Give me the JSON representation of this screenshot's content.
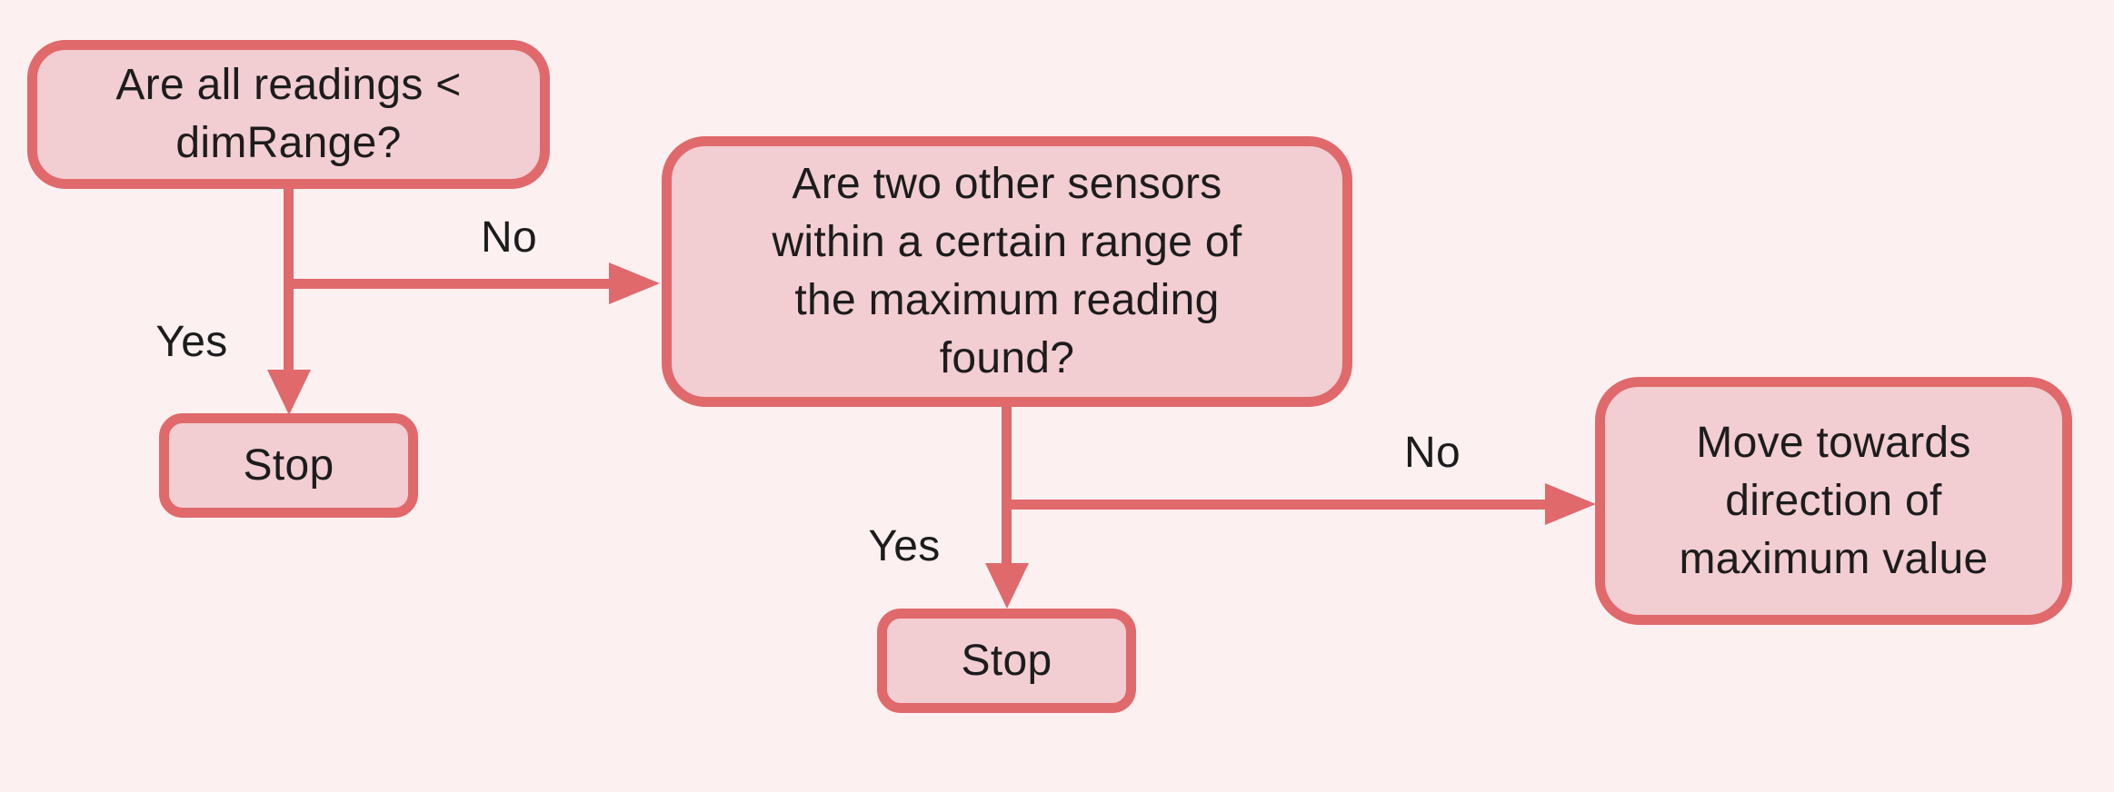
{
  "colors": {
    "background": "#fdf0f1",
    "node_fill": "#f2cdd1",
    "stroke": "#e0696c",
    "text": "#1c1c1c"
  },
  "nodes": {
    "q1": {
      "label": "Are all readings < dimRange?",
      "lines": [
        "Are all readings <",
        "dimRange?"
      ]
    },
    "stop1": {
      "label": "Stop"
    },
    "q2": {
      "label": "Are two other sensors within a certain range of the maximum reading found?",
      "lines": [
        "Are two other sensors",
        "within a certain range of",
        "the maximum reading",
        "found?"
      ]
    },
    "stop2": {
      "label": "Stop"
    },
    "move": {
      "label": "Move towards direction of maximum value",
      "lines": [
        "Move towards",
        "direction of",
        "maximum value"
      ]
    }
  },
  "edge_labels": {
    "q1_yes": "Yes",
    "q1_no": "No",
    "q2_yes": "Yes",
    "q2_no": "No"
  }
}
